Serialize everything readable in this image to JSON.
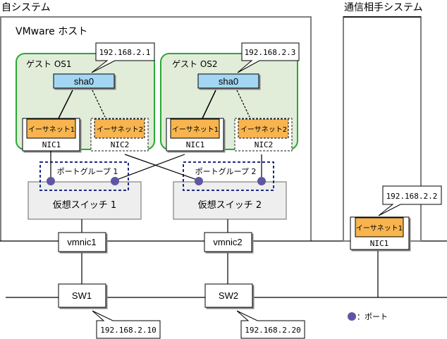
{
  "titles": {
    "own_system": "自システム",
    "peer_system": "通信相手システム",
    "vmware_host": "VMware ホスト"
  },
  "colors": {
    "guest_fill": "#e1edd9",
    "guest_border": "#2aa834",
    "sha_fill": "#a3d6f2",
    "ethernet_fill": "#f7b44f",
    "vswitch_fill": "#eeeeee",
    "port_fill": "#5e56a5",
    "portgroup_border": "#1f2a86",
    "box_border": "#808080"
  },
  "guests": [
    {
      "name": "ゲスト OS1",
      "ip": "192.168.2.1",
      "sha": "sha0",
      "nics": [
        {
          "label": "NIC1",
          "ethernet": "イーサネット1",
          "active": true
        },
        {
          "label": "NIC2",
          "ethernet": "イーサネット2",
          "active": false
        }
      ]
    },
    {
      "name": "ゲスト OS2",
      "ip": "192.168.2.3",
      "sha": "sha0",
      "nics": [
        {
          "label": "NIC1",
          "ethernet": "イーサネット1",
          "active": true
        },
        {
          "label": "NIC2",
          "ethernet": "イーサネット2",
          "active": false
        }
      ]
    }
  ],
  "port_groups": [
    "ポートグループ 1",
    "ポートグループ 2"
  ],
  "virtual_switches": [
    "仮想スイッチ 1",
    "仮想スイッチ 2"
  ],
  "vmnics": [
    "vmnic1",
    "vmnic2"
  ],
  "switches": [
    {
      "label": "SW1",
      "ip": "192.168.2.10"
    },
    {
      "label": "SW2",
      "ip": "192.168.2.20"
    }
  ],
  "peer": {
    "nic_label": "NIC1",
    "ethernet": "イーサネット1",
    "ip": "192.168.2.2"
  },
  "legend": {
    "port_label": "：ポート"
  }
}
